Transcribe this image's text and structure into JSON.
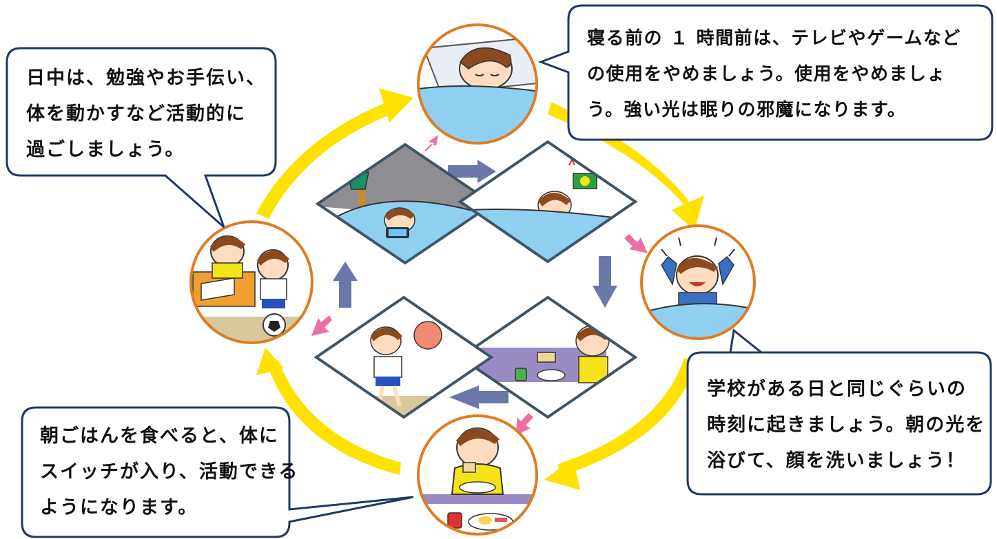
{
  "bubbles": {
    "daytime": {
      "lines": [
        "日中は、勉強やお手伝い、",
        "体を動かすなど活動的に",
        "過ごしましょう。"
      ]
    },
    "bedtime": {
      "lines": [
        "寝る前の １ 時間前は、テレビやゲームなど",
        "の使用をやめましょう。使用をやめましょ",
        "う。強い光は眠りの邪魔になります。"
      ]
    },
    "wakeup": {
      "lines": [
        "学校がある日と同じぐらいの",
        "時刻に起きましょう。朝の光を",
        "浴びて、顔を洗いましょう！"
      ]
    },
    "breakfast": {
      "lines": [
        "朝ごはんを食べると、体に",
        "スイッチが入り、活動できる",
        "ようになります。"
      ]
    }
  },
  "colors": {
    "bubble_border": "#1f3864",
    "circle_border": "#e07b22",
    "cycle_arrow": "#ffe100",
    "inner_arrow": "#6b77a8",
    "small_arrow": "#ec6fa4",
    "diamond_border": "#3d5566"
  },
  "scenes": {
    "circles": [
      "sleeping-child-scene",
      "waking-up-child-scene",
      "eating-breakfast-scene",
      "studying-and-playing-scene"
    ],
    "diamonds": [
      "game-under-blanket-scene",
      "alarm-sleeping-scene",
      "late-breakfast-rush-scene",
      "sleepy-playing-scene"
    ]
  }
}
